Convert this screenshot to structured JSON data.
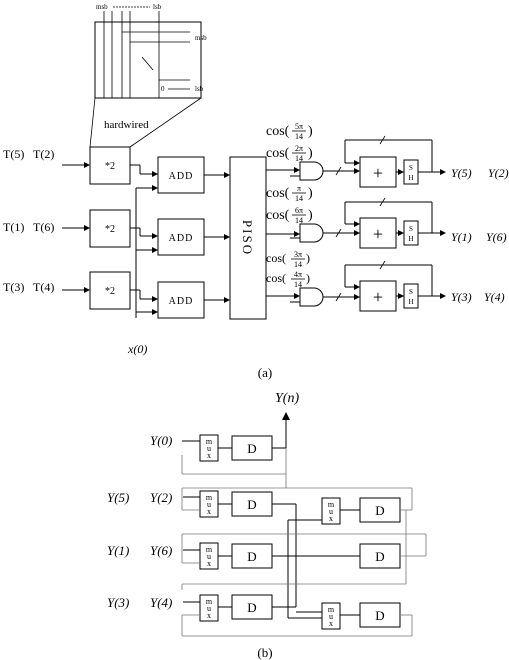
{
  "top": {
    "msb_top": "msb",
    "lsb_top": "lsb",
    "msb_side": "msb",
    "lsb_side": "lsb",
    "zero": "0",
    "hardwired": "hardwired",
    "inputs": [
      {
        "a": "T(5)",
        "b": "T(2)"
      },
      {
        "a": "T(1)",
        "b": "T(6)"
      },
      {
        "a": "T(3)",
        "b": "T(4)"
      }
    ],
    "mult_label": "*2",
    "add_label": "ADD",
    "piso_label": "PISO",
    "x0": "x(0)",
    "cos_prefix": "cos(",
    "cos_suffix": ")",
    "coefs": [
      {
        "num": "5π",
        "den": "14"
      },
      {
        "num": "2π",
        "den": "14"
      },
      {
        "num": "π",
        "den": "14"
      },
      {
        "num": "6π",
        "den": "14"
      },
      {
        "num": "3π",
        "den": "14"
      },
      {
        "num": "4π",
        "den": "14"
      }
    ],
    "plus": "+",
    "sh_s": "S",
    "sh_h": "H",
    "outputs": [
      {
        "a": "Y(5)",
        "b": "Y(2)"
      },
      {
        "a": "Y(1)",
        "b": "Y(6)"
      },
      {
        "a": "Y(3)",
        "b": "Y(4)"
      }
    ],
    "caption": "(a)"
  },
  "bottom": {
    "yn": "Y(n)",
    "y0": "Y(0)",
    "rows": [
      {
        "a": "Y(5)",
        "b": "Y(2)"
      },
      {
        "a": "Y(1)",
        "b": "Y(6)"
      },
      {
        "a": "Y(3)",
        "b": "Y(4)"
      }
    ],
    "mux_m": "m",
    "mux_u": "u",
    "mux_x": "x",
    "d_label": "D",
    "caption": "(b)"
  }
}
